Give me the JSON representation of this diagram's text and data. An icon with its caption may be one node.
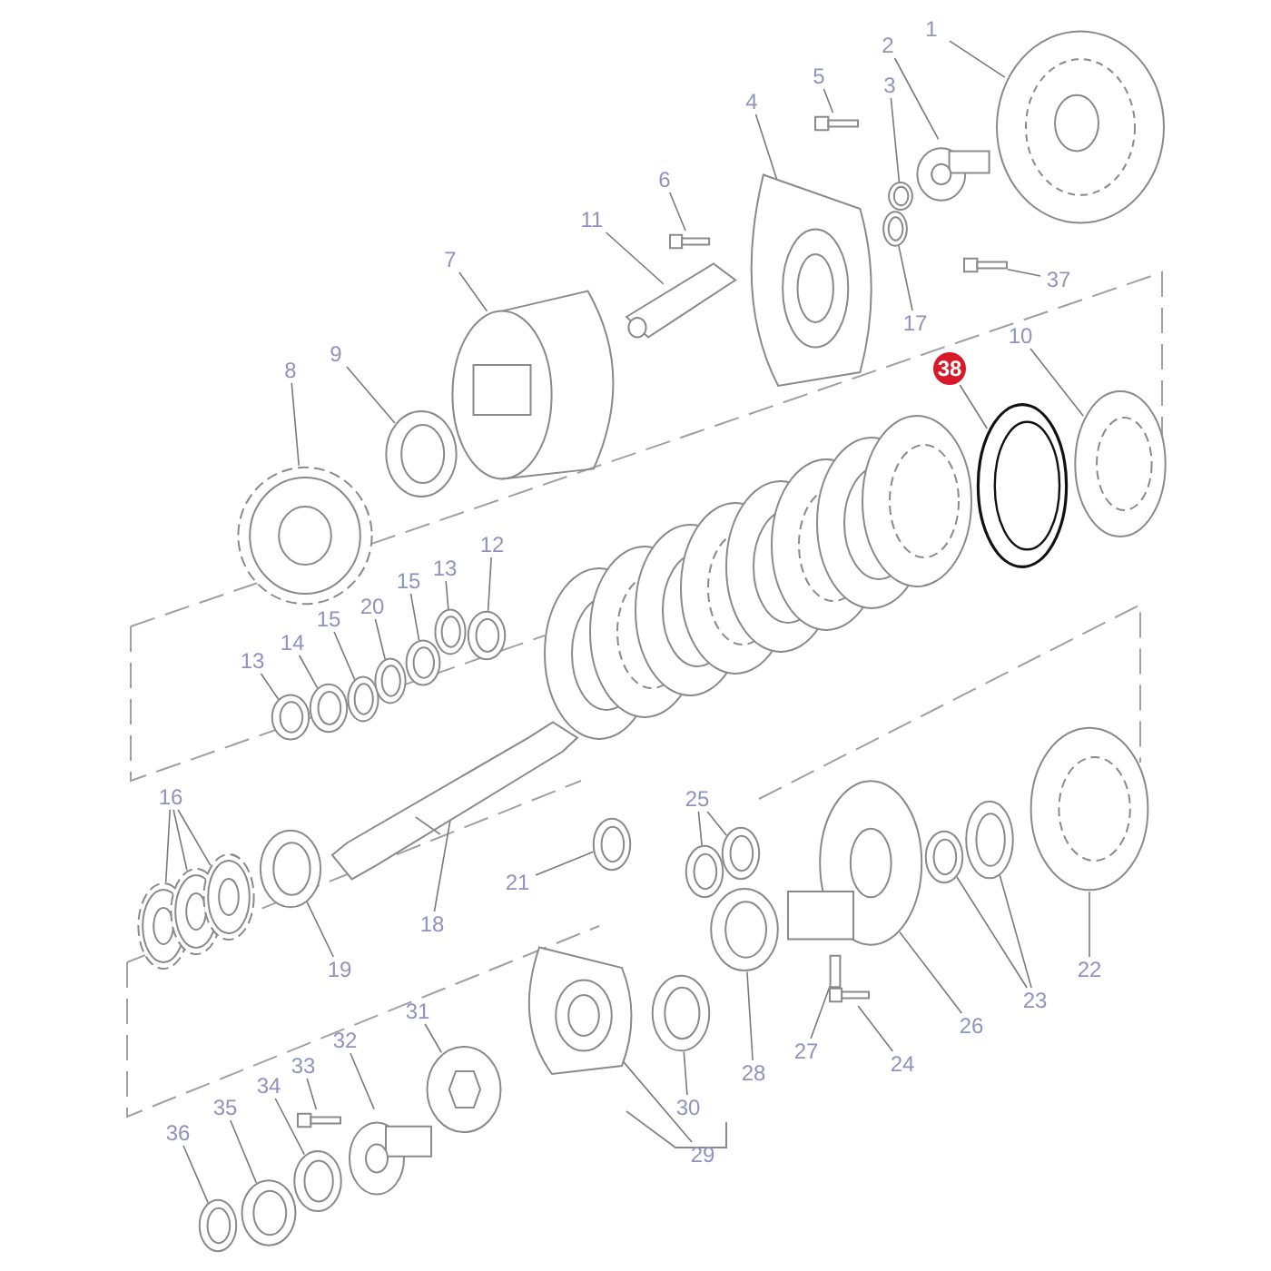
{
  "diagram": {
    "nodes": [
      {
        "text": [
          "1"
        ]
      },
      {
        "text": [],
        "shape": "picture"
      },
      {
        "text": [
          "2"
        ]
      },
      {
        "text": [],
        "shape": "picture"
      },
      {
        "text": [
          "3"
        ]
      },
      {
        "text": [],
        "shape": "picture"
      },
      {
        "text": [
          "4"
        ]
      },
      {
        "text": [],
        "shape": "picture"
      },
      {
        "text": [
          "5"
        ]
      },
      {
        "text": [],
        "shape": "picture"
      },
      {
        "text": [
          "6"
        ]
      },
      {
        "text": [],
        "shape": "picture"
      },
      {
        "text": [
          "7"
        ]
      },
      {
        "text": [],
        "shape": "picture"
      },
      {
        "text": [
          "8"
        ]
      },
      {
        "text": [],
        "shape": "picture"
      },
      {
        "text": [
          "9"
        ]
      },
      {
        "text": [],
        "shape": "picture"
      },
      {
        "text": [
          "10"
        ]
      },
      {
        "text": [],
        "shape": "picture"
      },
      {
        "text": [
          "11"
        ]
      },
      {
        "text": [],
        "shape": "picture"
      },
      {
        "text": [
          "12"
        ]
      },
      {
        "text": [],
        "shape": "picture"
      },
      {
        "text": [
          "13"
        ]
      },
      {
        "text": [],
        "shape": "picture"
      },
      {
        "text": [
          "13"
        ]
      },
      {
        "text": [],
        "shape": "picture"
      },
      {
        "text": [
          "14"
        ]
      },
      {
        "text": [],
        "shape": "picture"
      },
      {
        "text": [
          "15"
        ]
      },
      {
        "text": [],
        "shape": "picture"
      },
      {
        "text": [
          "15"
        ]
      },
      {
        "text": [],
        "shape": "picture"
      },
      {
        "text": [
          "20"
        ]
      },
      {
        "text": [],
        "shape": "picture"
      },
      {
        "text": [
          "16"
        ]
      },
      {
        "text": [],
        "shape": "picture"
      },
      {
        "text": [],
        "shape": "picture"
      },
      {
        "text": [],
        "shape": "picture"
      },
      {
        "text": [
          "17"
        ]
      },
      {
        "text": [],
        "shape": "picture"
      },
      {
        "text": [
          "18"
        ]
      },
      {
        "text": [],
        "shape": "picture"
      },
      {
        "text": [
          "19"
        ]
      },
      {
        "text": [],
        "shape": "picture"
      },
      {
        "text": [
          "21"
        ]
      },
      {
        "text": [],
        "shape": "picture"
      },
      {
        "text": [
          "22"
        ]
      },
      {
        "text": [],
        "shape": "picture"
      },
      {
        "text": [
          "23"
        ]
      },
      {
        "text": [],
        "shape": "picture"
      },
      {
        "text": [],
        "shape": "picture"
      },
      {
        "text": [
          "24"
        ]
      },
      {
        "text": [],
        "shape": "picture"
      },
      {
        "text": [
          "25"
        ]
      },
      {
        "text": [],
        "shape": "picture"
      },
      {
        "text": [],
        "shape": "picture"
      },
      {
        "text": [
          "26"
        ]
      },
      {
        "text": [],
        "shape": "picture"
      },
      {
        "text": [
          "27"
        ]
      },
      {
        "text": [],
        "shape": "box"
      },
      {
        "text": [
          "28"
        ]
      },
      {
        "text": [],
        "shape": "picture"
      },
      {
        "text": [
          "29"
        ]
      },
      {
        "text": [],
        "shape": "picture"
      },
      {
        "text": [
          "30"
        ]
      },
      {
        "text": [],
        "shape": "picture"
      },
      {
        "text": [
          "31"
        ]
      },
      {
        "text": [],
        "shape": "picture"
      },
      {
        "text": [
          "32"
        ]
      },
      {
        "text": [],
        "shape": "picture"
      },
      {
        "text": [
          "33"
        ]
      },
      {
        "text": [],
        "shape": "picture"
      },
      {
        "text": [
          "34"
        ]
      },
      {
        "text": [],
        "shape": "picture"
      },
      {
        "text": [
          "35"
        ]
      },
      {
        "text": [],
        "shape": "picture"
      },
      {
        "text": [
          "36"
        ]
      },
      {
        "text": [],
        "shape": "picture"
      },
      {
        "text": [
          "37"
        ]
      },
      {
        "text": [],
        "shape": "picture"
      },
      {
        "text": [
          "38"
        ]
      },
      {
        "text": [],
        "shape": "picture"
      }
    ],
    "edges": [
      {
        "from": 0,
        "to": 1,
        "arrow": "none"
      },
      {
        "from": 2,
        "to": 3,
        "arrow": "none"
      },
      {
        "from": 4,
        "to": 5,
        "arrow": "none"
      },
      {
        "from": 6,
        "to": 7,
        "arrow": "none"
      },
      {
        "from": 8,
        "to": 9,
        "arrow": "none"
      },
      {
        "from": 10,
        "to": 11,
        "arrow": "none"
      },
      {
        "from": 12,
        "to": 13,
        "arrow": "none"
      },
      {
        "from": 14,
        "to": 15,
        "arrow": "none"
      },
      {
        "from": 16,
        "to": 17,
        "arrow": "none"
      },
      {
        "from": 18,
        "to": 19,
        "arrow": "none"
      },
      {
        "from": 20,
        "to": 21,
        "arrow": "none"
      },
      {
        "from": 22,
        "to": 23,
        "arrow": "none"
      },
      {
        "from": 24,
        "to": 25,
        "arrow": "none"
      },
      {
        "from": 26,
        "to": 27,
        "arrow": "none"
      },
      {
        "from": 28,
        "to": 29,
        "arrow": "none"
      },
      {
        "from": 30,
        "to": 31,
        "arrow": "none"
      },
      {
        "from": 32,
        "to": 33,
        "arrow": "none"
      },
      {
        "from": 34,
        "to": 35,
        "arrow": "none"
      },
      {
        "from": 36,
        "to": 37,
        "arrow": "none"
      },
      {
        "from": 36,
        "to": 38,
        "arrow": "none"
      },
      {
        "from": 36,
        "to": 39,
        "arrow": "none"
      },
      {
        "from": 40,
        "to": 41,
        "arrow": "none"
      },
      {
        "from": 42,
        "to": 43,
        "arrow": "none"
      },
      {
        "from": 44,
        "to": 45,
        "arrow": "none"
      },
      {
        "from": 46,
        "to": 47,
        "arrow": "none"
      },
      {
        "from": 48,
        "to": 49,
        "arrow": "none"
      },
      {
        "from": 50,
        "to": 51,
        "arrow": "none"
      },
      {
        "from": 50,
        "to": 52,
        "arrow": "none"
      },
      {
        "from": 53,
        "to": 54,
        "arrow": "none"
      },
      {
        "from": 55,
        "to": 56,
        "arrow": "none"
      },
      {
        "from": 55,
        "to": 57,
        "arrow": "none"
      },
      {
        "from": 58,
        "to": 59,
        "arrow": "none"
      },
      {
        "from": 60,
        "to": 61,
        "arrow": "none"
      },
      {
        "from": 62,
        "to": 63,
        "arrow": "none"
      },
      {
        "from": 64,
        "to": 65,
        "arrow": "none"
      },
      {
        "from": 66,
        "to": 67,
        "arrow": "none"
      },
      {
        "from": 68,
        "to": 69,
        "arrow": "none"
      },
      {
        "from": 70,
        "to": 71,
        "arrow": "none"
      },
      {
        "from": 72,
        "to": 73,
        "arrow": "none"
      },
      {
        "from": 74,
        "to": 75,
        "arrow": "none"
      },
      {
        "from": 76,
        "to": 77,
        "arrow": "none"
      },
      {
        "from": 78,
        "to": 79,
        "arrow": "none"
      },
      {
        "from": 80,
        "to": 81,
        "arrow": "none"
      },
      {
        "from": 82,
        "to": 83,
        "arrow": "none"
      }
    ]
  }
}
